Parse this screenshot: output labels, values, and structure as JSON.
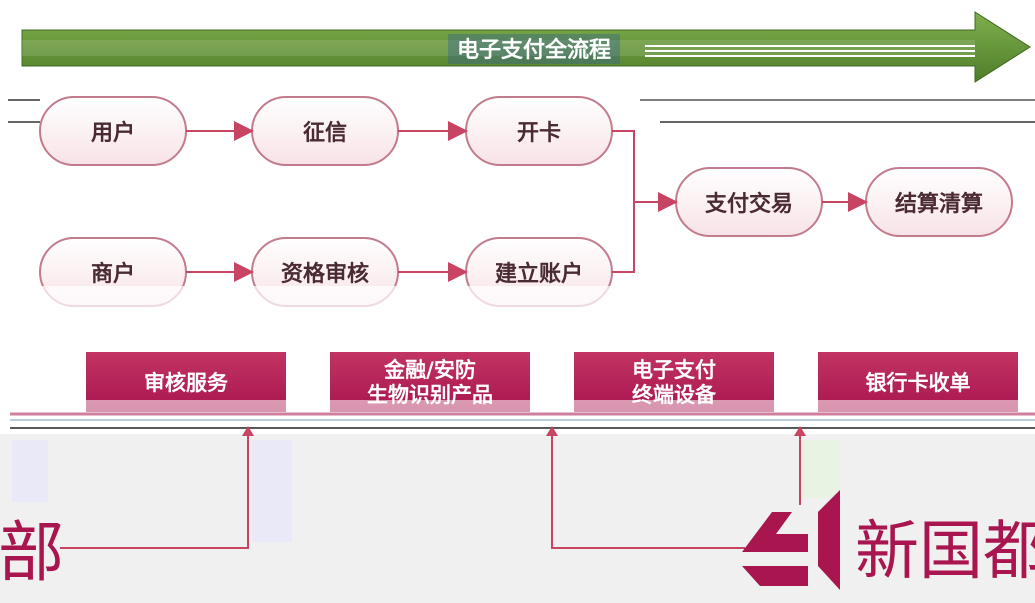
{
  "banner": {
    "title": "电子支付全流程"
  },
  "flow": {
    "row1": [
      "用户",
      "征信",
      "开卡"
    ],
    "row2": [
      "商户",
      "资格审核",
      "建立账户"
    ],
    "merge": [
      "支付交易",
      "结算清算"
    ]
  },
  "boxes": [
    {
      "line1": "审核服务",
      "line2": ""
    },
    {
      "line1": "金融/安防",
      "line2": "生物识别产品"
    },
    {
      "line1": "电子支付",
      "line2": "终端设备"
    },
    {
      "line1": "银行卡收单",
      "line2": ""
    }
  ],
  "bottom": {
    "left_partial": "部",
    "logo_text": "新国都"
  },
  "colors": {
    "accent": "#a8154f",
    "banner_green": "#6a9a3c",
    "node_fill": "#fbeef0",
    "node_stroke": "#c27b8c",
    "arrow": "#c74563"
  }
}
